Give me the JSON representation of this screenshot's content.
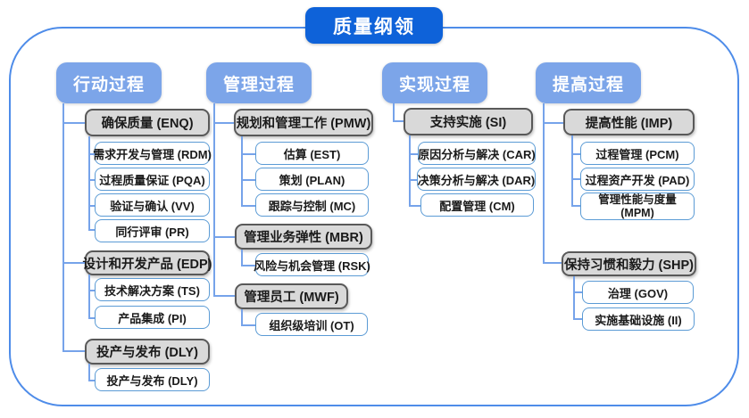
{
  "diagram": {
    "title": "质量纲领",
    "columns": [
      {
        "header": "行动过程",
        "groups": [
          {
            "label": "确保质量 (ENQ)",
            "children": [
              "需求开发与管理 (RDM)",
              "过程质量保证 (PQA)",
              "验证与确认 (VV)",
              "同行评审 (PR)"
            ]
          },
          {
            "label": "设计和开发产品 (EDP)",
            "children": [
              "技术解决方案 (TS)",
              "产品集成 (PI)"
            ]
          },
          {
            "label": "投产与发布 (DLY)",
            "children": [
              "投产与发布 (DLY)"
            ]
          }
        ]
      },
      {
        "header": "管理过程",
        "groups": [
          {
            "label": "规划和管理工作 (PMW)",
            "children": [
              "估算 (EST)",
              "策划 (PLAN)",
              "跟踪与控制 (MC)"
            ]
          },
          {
            "label": "管理业务弹性 (MBR)",
            "children": [
              "风险与机会管理 (RSK)"
            ]
          },
          {
            "label": "管理员工 (MWF)",
            "children": [
              "组织级培训 (OT)"
            ]
          }
        ]
      },
      {
        "header": "实现过程",
        "groups": [
          {
            "label": "支持实施 (SI)",
            "children": [
              "原因分析与解决 (CAR)",
              "决策分析与解决 (DAR)",
              "配置管理 (CM)"
            ]
          }
        ]
      },
      {
        "header": "提高过程",
        "groups": [
          {
            "label": "提高性能 (IMP)",
            "children": [
              "过程管理 (PCM)",
              "过程资产开发 (PAD)",
              "管理性能与度量 (MPM)"
            ]
          },
          {
            "label": "保持习惯和毅力 (SHP)",
            "children": [
              "治理 (GOV)",
              "实施基础设施 (II)"
            ]
          }
        ]
      }
    ]
  },
  "colors": {
    "titleBlue": "#0e62d9",
    "headerBlue": "#7ca5e9",
    "grayFill": "#d9d9d9",
    "grayBorder": "#595959",
    "subBorder": "#5b9bd5",
    "lineBlue": "#76a3ea",
    "frameBorder": "#4e8ce9"
  }
}
